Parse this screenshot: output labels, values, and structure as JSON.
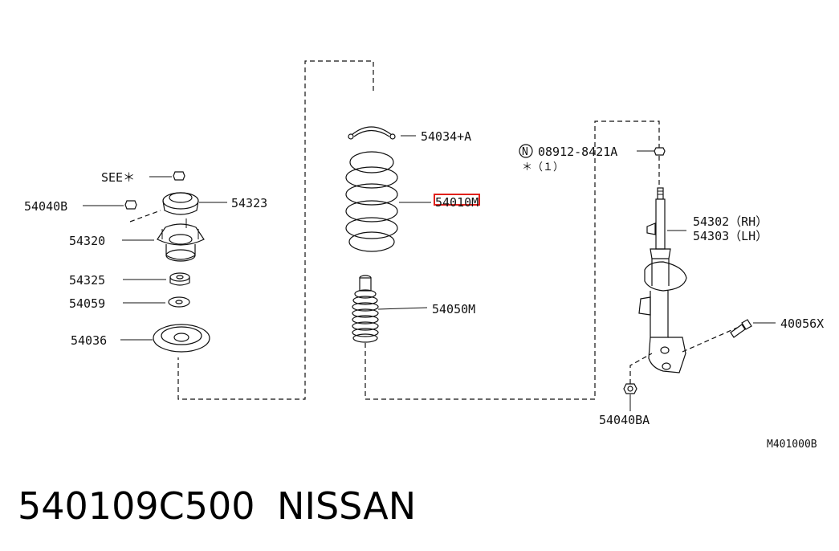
{
  "labels": {
    "p54034": "54034+A",
    "p54010": "54010M",
    "n_symbol": "N",
    "bolt": "08912-8421A",
    "bolt_qty": "＊（１）",
    "see": "SEE＊",
    "p54040b": "54040B",
    "p54323": "54323",
    "p54320": "54320",
    "p54325": "54325",
    "p54059": "54059",
    "p54036": "54036",
    "p54050": "54050M",
    "p54302": "54302（RH）",
    "p54303": "54303（LH）",
    "p40056": "40056X",
    "p54040ba": "54040BA",
    "diagram_code": "M401000B"
  },
  "footer": {
    "part_number": "540109C500",
    "brand": "NISSAN"
  },
  "colors": {
    "highlight": "#e0201b",
    "line": "#111111"
  }
}
